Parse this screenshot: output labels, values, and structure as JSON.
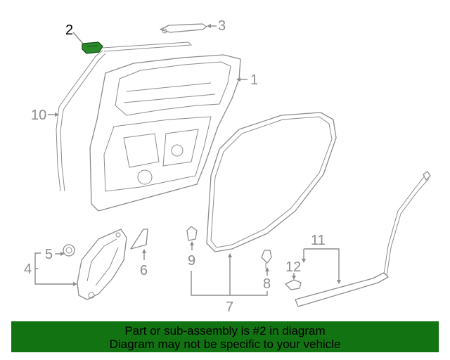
{
  "highlight_color": "#2a8a2a",
  "banner": {
    "line1": "Part or sub-assembly is #2 in diagram",
    "line2": "Diagram may not be specific to your vehicle",
    "background": "#127312"
  },
  "callouts": {
    "c1": "1",
    "c2": "2",
    "c3": "3",
    "c4": "4",
    "c5": "5",
    "c6": "6",
    "c7": "7",
    "c8": "8",
    "c9": "9",
    "c10": "10",
    "c11": "11",
    "c12": "12"
  }
}
